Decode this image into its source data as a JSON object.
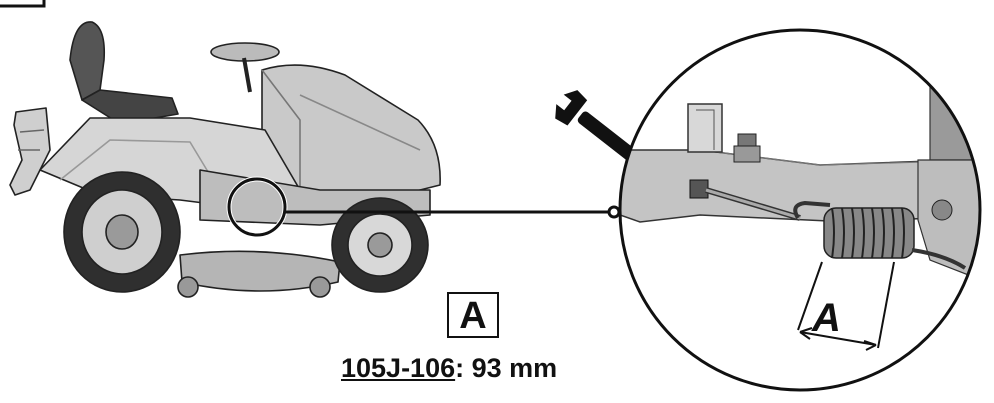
{
  "diagram": {
    "callout_letter": "A",
    "detail_letter": "A",
    "specs": [
      {
        "model": "105J-106",
        "value": ": 93 mm"
      },
      {
        "model": "",
        "value": ""
      }
    ],
    "icons": [
      "tractor-illustration",
      "wrench-icon",
      "spring-detail",
      "magnifier-circle"
    ]
  }
}
